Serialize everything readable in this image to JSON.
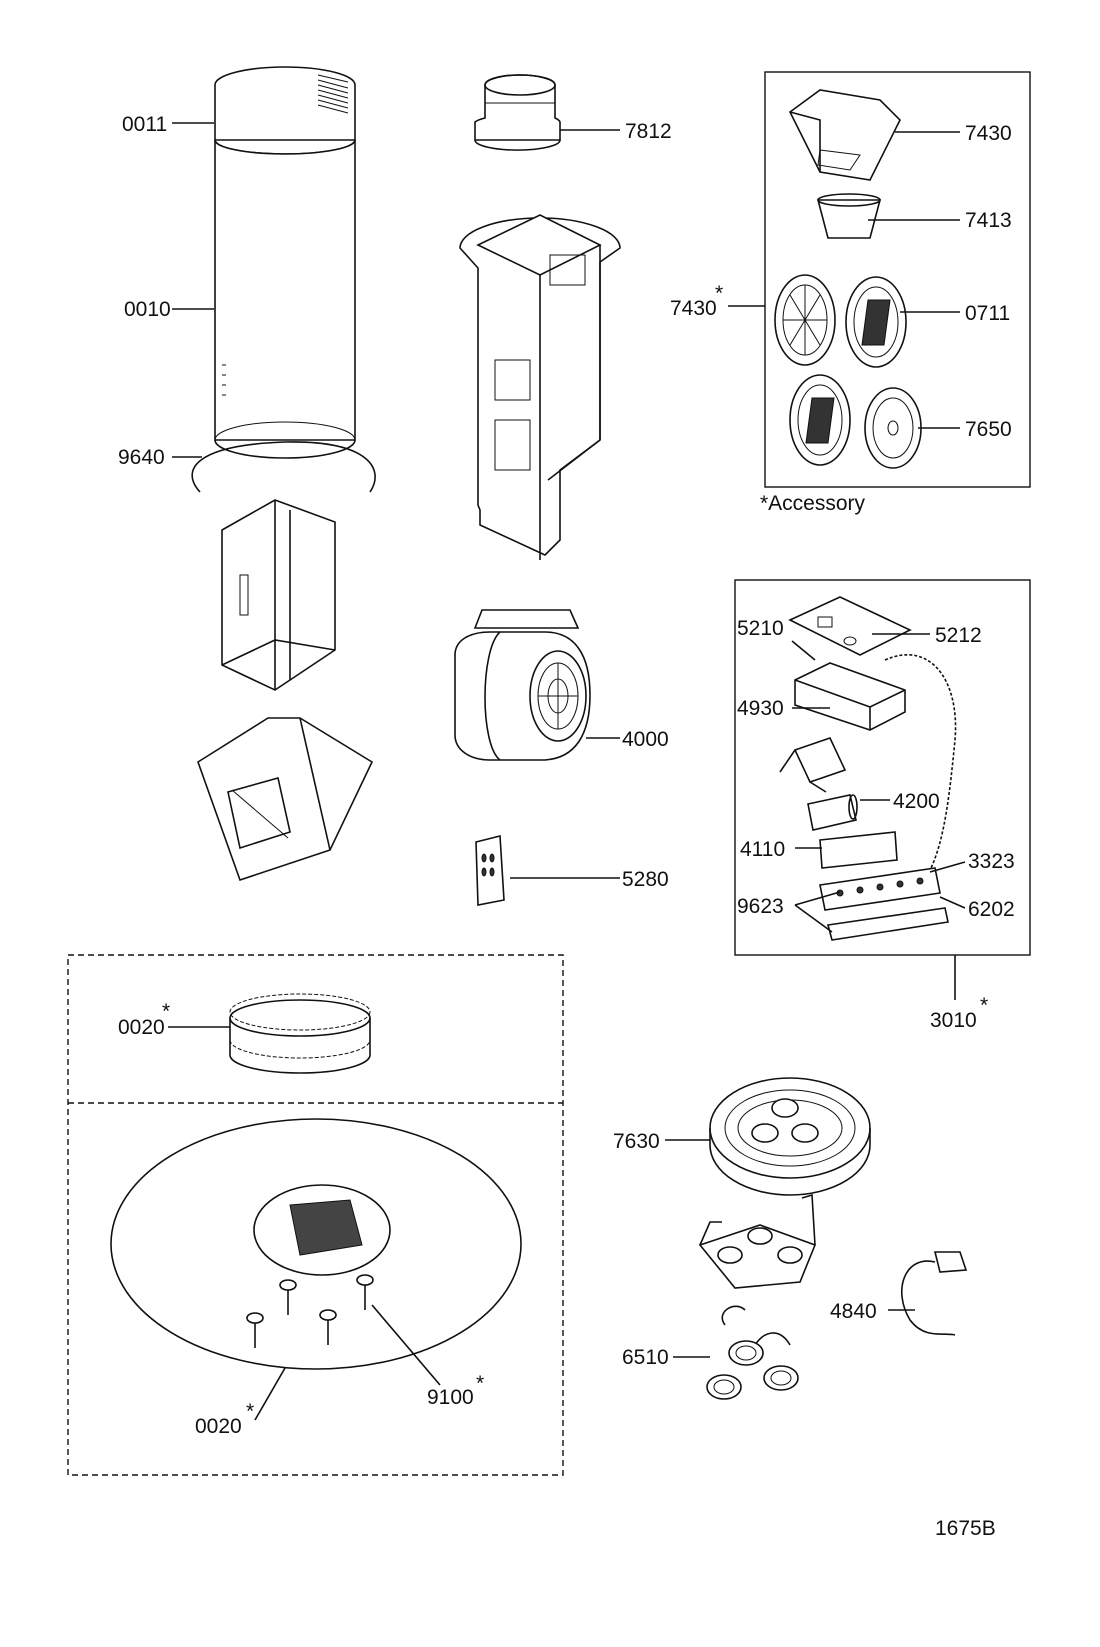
{
  "labels": {
    "p0011": "0011",
    "p0010": "0010",
    "p9640": "9640",
    "p7812": "7812",
    "p7430_top": "7430",
    "p7413": "7413",
    "p7430_acc": "7430",
    "p0711": "0711",
    "p7650": "7650",
    "accessory_note": "*Accessory",
    "p5210": "5210",
    "p5212": "5212",
    "p4930": "4930",
    "p4000": "4000",
    "p4200": "4200",
    "p4110": "4110",
    "p3323": "3323",
    "p9623": "9623",
    "p6202": "6202",
    "p5280": "5280",
    "p3010": "3010",
    "p0020_ring": "0020",
    "p7630": "7630",
    "p4840": "4840",
    "p6510": "6510",
    "p9100": "9100",
    "p0020_plate": "0020",
    "asterisk": "*",
    "diagram_id": "1675B"
  }
}
